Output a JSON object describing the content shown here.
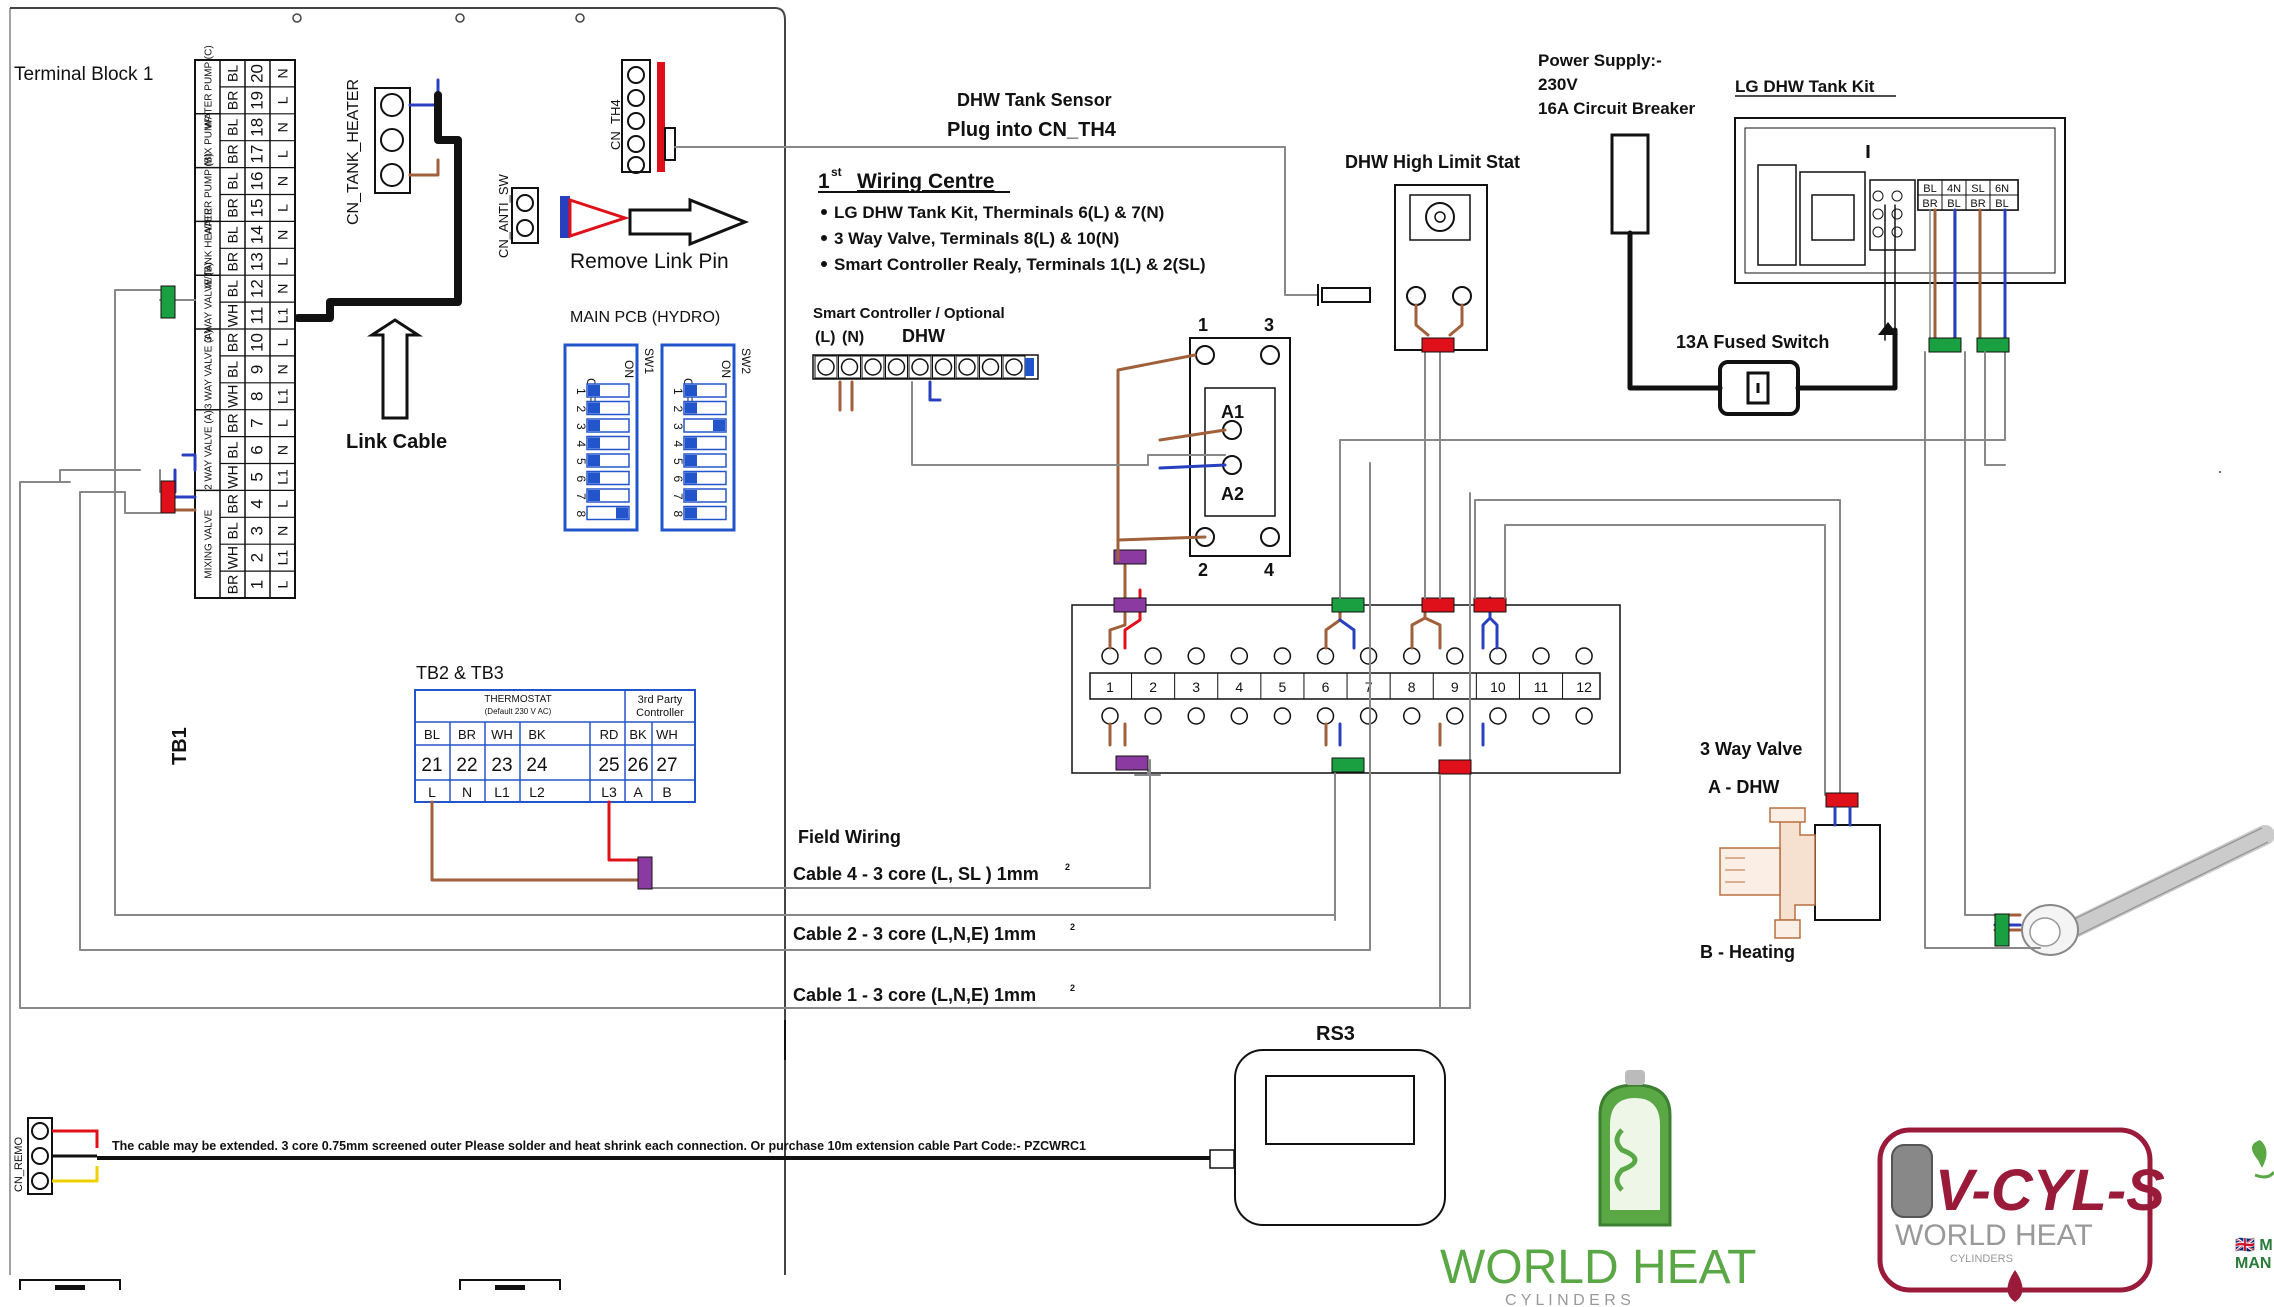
{
  "colors": {
    "brown": "#a0603a",
    "blue": "#2840c0",
    "black": "#111111",
    "grey": "#888888",
    "red": "#e0101a",
    "green": "#1aa040",
    "purple": "#8a3aa0",
    "yellow": "#f0d000",
    "pcb_blue": "#2255cc",
    "logo_green": "#5aa845",
    "logo_maroon": "#9a1a3a"
  },
  "tb1": {
    "title": "Terminal Block 1",
    "label": "TB1",
    "numbers": [
      "20",
      "19",
      "18",
      "17",
      "16",
      "15",
      "14",
      "13",
      "12",
      "11",
      "10",
      "9",
      "8",
      "7",
      "6",
      "5",
      "4",
      "3",
      "2",
      "1"
    ],
    "colours": [
      "BL",
      "BR",
      "BL",
      "BR",
      "BL",
      "BR",
      "BL",
      "BR",
      "BL",
      "WH",
      "BR",
      "BL",
      "WH",
      "BR",
      "BL",
      "WH",
      "BR",
      "BL",
      "WH",
      "BR"
    ],
    "functions": [
      "N",
      "L",
      "N",
      "L",
      "N",
      "L",
      "N",
      "L",
      "N",
      "L1",
      "L",
      "N",
      "L1",
      "L",
      "N",
      "L1",
      "L",
      "N",
      "L1",
      "L"
    ],
    "groups": [
      "WATER PUMP (C)",
      "MIX PUMP",
      "WATER PUMP (B)",
      "W/TANK HEATER",
      "3 WAY VALVE (B)",
      "3 WAY VALVE (A)",
      "2 WAY VALVE (A)",
      "MIXING VALVE"
    ]
  },
  "pcb": {
    "cn_tank_heater": "CN_TANK_HEATER",
    "cn_th4": "CN_TH4",
    "cn_anti_sw": "CN_ANTI_SW",
    "remove_link_pin": "Remove Link Pin",
    "main_pcb": "MAIN PCB (HYDRO)",
    "link_cable": "Link Cable",
    "sw1": "SW1",
    "sw2": "SW2",
    "dip_on": "ON",
    "dip_off": "OFF",
    "dip_numbers": [
      "1",
      "2",
      "3",
      "4",
      "5",
      "6",
      "7",
      "8"
    ],
    "cn_remo": "CN_REMO"
  },
  "tb23": {
    "title": "TB2 & TB3",
    "thermostat_title": "THERMOSTAT",
    "thermostat_sub": "(Default 230 V AC)",
    "third_party": "3rd Party Controller",
    "colours": [
      "BL",
      "BR",
      "WH",
      "BK",
      "RD",
      "BK",
      "WH"
    ],
    "numbers": [
      "21",
      "22",
      "23",
      "24",
      "25",
      "26",
      "27"
    ],
    "functions": [
      "L",
      "N",
      "L1",
      "L2",
      "L3",
      "A",
      "B"
    ]
  },
  "dhw_sensor": {
    "line1": "DHW Tank Sensor",
    "line2": "Plug into CN_TH4"
  },
  "wiring_centre": {
    "title_sup": "st",
    "title_num": "1",
    "title_rest": "Wiring Centre",
    "bullets": [
      "LG DHW Tank Kit, Therminals 6(L) & 7(N)",
      "3 Way Valve, Terminals 8(L) & 10(N)",
      "Smart Controller Realy, Terminals 1(L) & 2(SL)"
    ],
    "terminal_numbers": [
      "1",
      "2",
      "3",
      "4",
      "5",
      "6",
      "7",
      "8",
      "9",
      "10",
      "11",
      "12"
    ]
  },
  "smart_controller": {
    "label": "Smart Controller / Optional",
    "l": "(L)",
    "n": "(N)",
    "dhw": "DHW"
  },
  "relay": {
    "n1": "1",
    "n3": "3",
    "n2": "2",
    "n4": "4",
    "a1": "A1",
    "a2": "A2"
  },
  "high_limit": "DHW High Limit Stat",
  "power_supply": {
    "line1": "Power Supply:-",
    "line2": "230V",
    "line3": "16A Circuit Breaker"
  },
  "tank_kit": {
    "title": "LG DHW Tank Kit",
    "terminals_top": [
      "BL",
      "4N",
      "SL",
      "6N"
    ],
    "terminals_bottom": [
      "BR",
      "BL",
      "BR",
      "BL"
    ]
  },
  "fused_switch": "13A Fused Switch",
  "valve": {
    "title": "3 Way Valve",
    "a": "A - DHW",
    "b": "B - Heating"
  },
  "field_wiring": "Field Wiring",
  "cables": [
    "Cable 4 - 3 core (L, SL ) 1mm",
    "Cable 2 - 3 core (L,N,E) 1mm",
    "Cable 1 - 3 core (L,N,E) 1mm"
  ],
  "cable_sup": "2",
  "rs3": "RS3",
  "remo_note": "The cable may be extended. 3 core 0.75mm  screened outer  Please solder and heat shrink each connection.  Or purchase 10m extension cable Part Code:- PZCWRC1",
  "logos": {
    "world_heat": "WORLD HEAT",
    "cylinders": "C Y L I N D E R S",
    "vcyls": "V-CYL-S",
    "vcyls_world_heat": "WORLD HEAT",
    "vcyls_cylinders": "CYLINDERS",
    "partial_1": "🇬🇧 M",
    "partial_2": "MAN"
  }
}
